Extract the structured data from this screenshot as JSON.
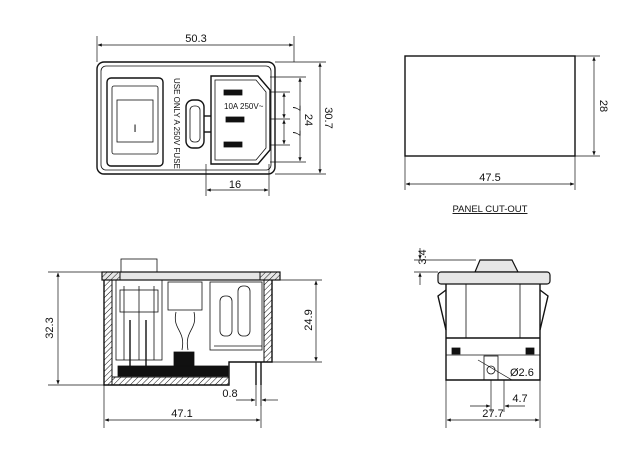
{
  "top_view": {
    "width_label": "50.3",
    "height_outer_label": "30.7",
    "height_inner_label": "24",
    "pin_spacing_label_1": "7",
    "pin_spacing_label_2": "7",
    "inlet_width_label": "16",
    "fuse_rating_text": "10A 250V~",
    "fuse_note_line1": "USE ONLY A 250V FUSE",
    "switch_symbol": "I"
  },
  "panel_cutout": {
    "width_label": "47.5",
    "height_label": "28",
    "caption": "PANEL CUT-OUT"
  },
  "side_view": {
    "height_label": "32.3",
    "inner_height_label": "24.9",
    "width_label": "47.1",
    "pin_thickness_label": "0.8"
  },
  "end_view": {
    "rocker_height_label": "3.4",
    "hole_label": "Ø2.6",
    "offset_label": "4.7",
    "width_label": "27.7"
  }
}
